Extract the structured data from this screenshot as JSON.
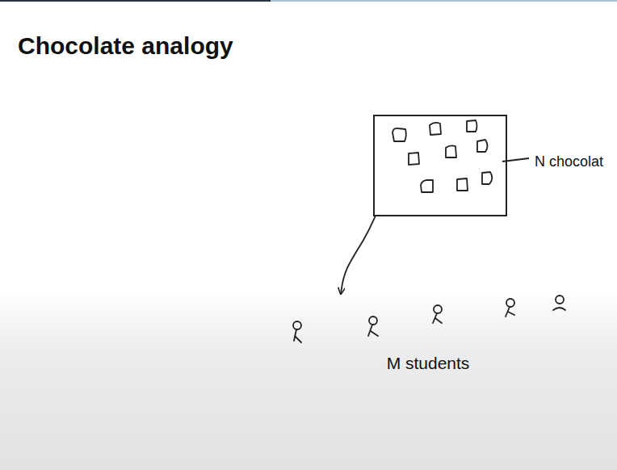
{
  "diagram": {
    "title": "Chocolate analogy",
    "nodes": [
      {
        "text": [
          "N chocolat"
        ]
      },
      {
        "text": [
          "M students"
        ]
      }
    ],
    "edges": [
      {
        "from": 0,
        "to": 1,
        "arrow": "to"
      }
    ]
  }
}
